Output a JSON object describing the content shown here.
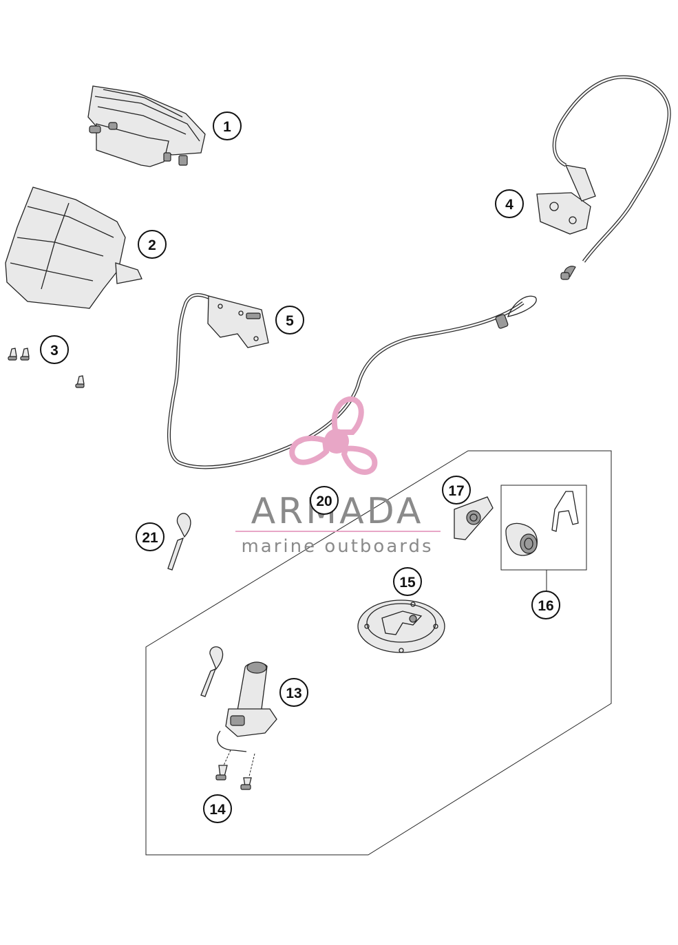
{
  "callouts": [
    {
      "id": "c1",
      "text": "1"
    },
    {
      "id": "c2",
      "text": "2"
    },
    {
      "id": "c3",
      "text": "3"
    },
    {
      "id": "c4",
      "text": "4"
    },
    {
      "id": "c5",
      "text": "5"
    },
    {
      "id": "c13",
      "text": "13"
    },
    {
      "id": "c14",
      "text": "14"
    },
    {
      "id": "c15",
      "text": "15"
    },
    {
      "id": "c16",
      "text": "16"
    },
    {
      "id": "c17",
      "text": "17"
    },
    {
      "id": "c20",
      "text": "20"
    },
    {
      "id": "c21",
      "text": "21"
    }
  ],
  "watermark": {
    "title": "ARMADA",
    "subtitle": "marine outboards",
    "accent_color": "#e8a6c6",
    "text_color": "#8a8a8a"
  }
}
